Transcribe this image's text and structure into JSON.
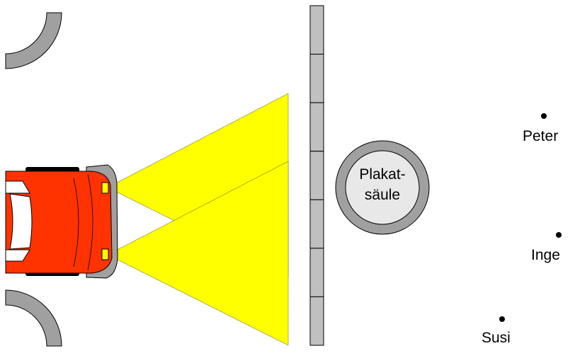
{
  "column": {
    "label_line1": "Plakat-",
    "label_line2": "säule"
  },
  "people": [
    {
      "name": "Peter"
    },
    {
      "name": "Inge"
    },
    {
      "name": "Susi"
    }
  ],
  "colors": {
    "car_body": "#ff3300",
    "headlight": "#ffff00",
    "light_beam": "#ffff00",
    "wall": "#c0c0c0",
    "column_ring": "#a0a0a0",
    "column_fill": "#e8e8e8",
    "curb": "#a0a0a0",
    "tire": "#000000"
  }
}
